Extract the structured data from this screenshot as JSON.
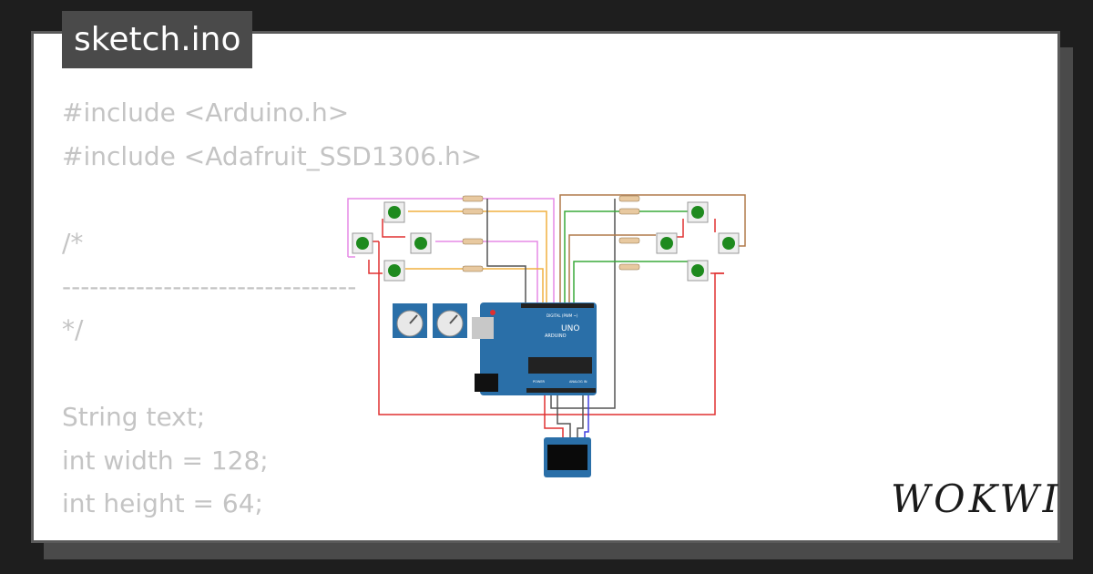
{
  "tab": {
    "title": "sketch.ino"
  },
  "code_lines": [
    "#include <Arduino.h>",
    "#include <Adafruit_SSD1306.h>",
    "",
    "/*",
    "--------------------------------",
    "*/",
    "",
    "String text;",
    "int width = 128;",
    "int height = 64;"
  ],
  "board": {
    "brand": "ARDUINO",
    "model": "UNO",
    "digital_header_label": "DIGITAL (PWM ~)",
    "power_label": "POWER",
    "analog_label": "ANALOG IN"
  },
  "brand": {
    "logo": "WOKWI"
  },
  "colors": {
    "background": "#1e1e1e",
    "card": "#ffffff",
    "tab": "#4a4a4a",
    "code_text": "#c4c4c4",
    "board": "#2a6fa8",
    "button_cap": "#1e8a1e",
    "wire_red": "#e03030",
    "wire_pink": "#e58ae5",
    "wire_orange": "#f0b040",
    "wire_green": "#3aaa3a",
    "wire_brown": "#b07a4a"
  }
}
